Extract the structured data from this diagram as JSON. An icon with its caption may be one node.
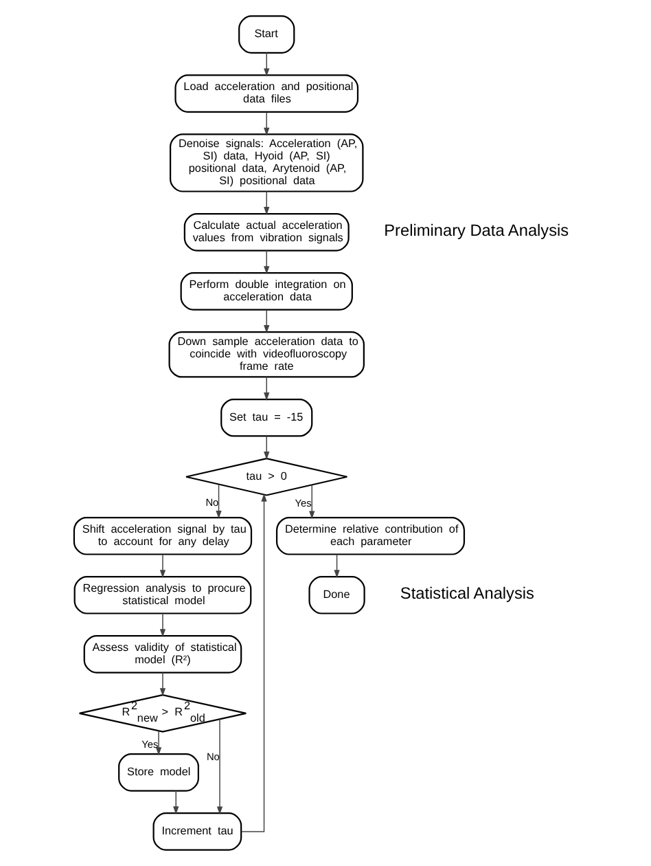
{
  "diagram": {
    "nodes": [
      {
        "text": [
          "Start"
        ]
      },
      {
        "text": [
          "Load acceleration and positional data files"
        ]
      },
      {
        "text": [
          "Denoise signals: Acceleration (AP, SI) data, Hyoid (AP, SI) positional data, Arytenoid (AP, SI) positional data"
        ]
      },
      {
        "text": [
          "Calculate actual acceleration values from vibration signals"
        ]
      },
      {
        "text": [
          "Perform double integration on acceleration data"
        ]
      },
      {
        "text": [
          "Down sample acceleration data to coincide with videofluoroscopy frame rate"
        ]
      },
      {
        "text": [
          "Set tau = -15"
        ]
      },
      {
        "text": [
          "tau > 0"
        ]
      },
      {
        "text": [
          "Shift acceleration signal by tau to account for any delay"
        ]
      },
      {
        "text": [
          "Determine relative contribution of each parameter"
        ]
      },
      {
        "text": [
          "Done"
        ]
      },
      {
        "text": [
          "Regression analysis to procure statistical model"
        ]
      },
      {
        "text": [
          "Assess validity of statistical model (R²)"
        ]
      },
      {
        "text": [
          "R$^{2}$$_{new}$ > R$^{2}$$_{old}$"
        ]
      },
      {
        "text": [
          "Store model"
        ]
      },
      {
        "text": [
          "Increment tau"
        ]
      }
    ],
    "edges": [
      {
        "from": 0,
        "to": 1,
        "arrow": "to"
      },
      {
        "from": 1,
        "to": 2,
        "arrow": "to"
      },
      {
        "from": 2,
        "to": 3,
        "arrow": "to"
      },
      {
        "from": 3,
        "to": 4,
        "arrow": "to"
      },
      {
        "from": 4,
        "to": 5,
        "arrow": "to"
      },
      {
        "from": 5,
        "to": 6,
        "arrow": "to"
      },
      {
        "from": 6,
        "to": 7,
        "arrow": "to"
      },
      {
        "from": 7,
        "to": 9,
        "arrow": "to",
        "label": "Yes"
      },
      {
        "from": 7,
        "to": 8,
        "arrow": "to",
        "label": "No"
      },
      {
        "from": 9,
        "to": 10,
        "arrow": "to"
      },
      {
        "from": 8,
        "to": 11,
        "arrow": "to"
      },
      {
        "from": 11,
        "to": 12,
        "arrow": "to"
      },
      {
        "from": 12,
        "to": 13,
        "arrow": "to"
      },
      {
        "from": 13,
        "to": 14,
        "arrow": "to",
        "label": "Yes"
      },
      {
        "from": 13,
        "to": 15,
        "arrow": "to",
        "label": "No"
      },
      {
        "from": 14,
        "to": 15,
        "arrow": "to"
      },
      {
        "from": 15,
        "to": 7,
        "arrow": "to"
      }
    ],
    "labels": [
      "Preliminary Data Analysis",
      "Statistical Analysis"
    ]
  }
}
